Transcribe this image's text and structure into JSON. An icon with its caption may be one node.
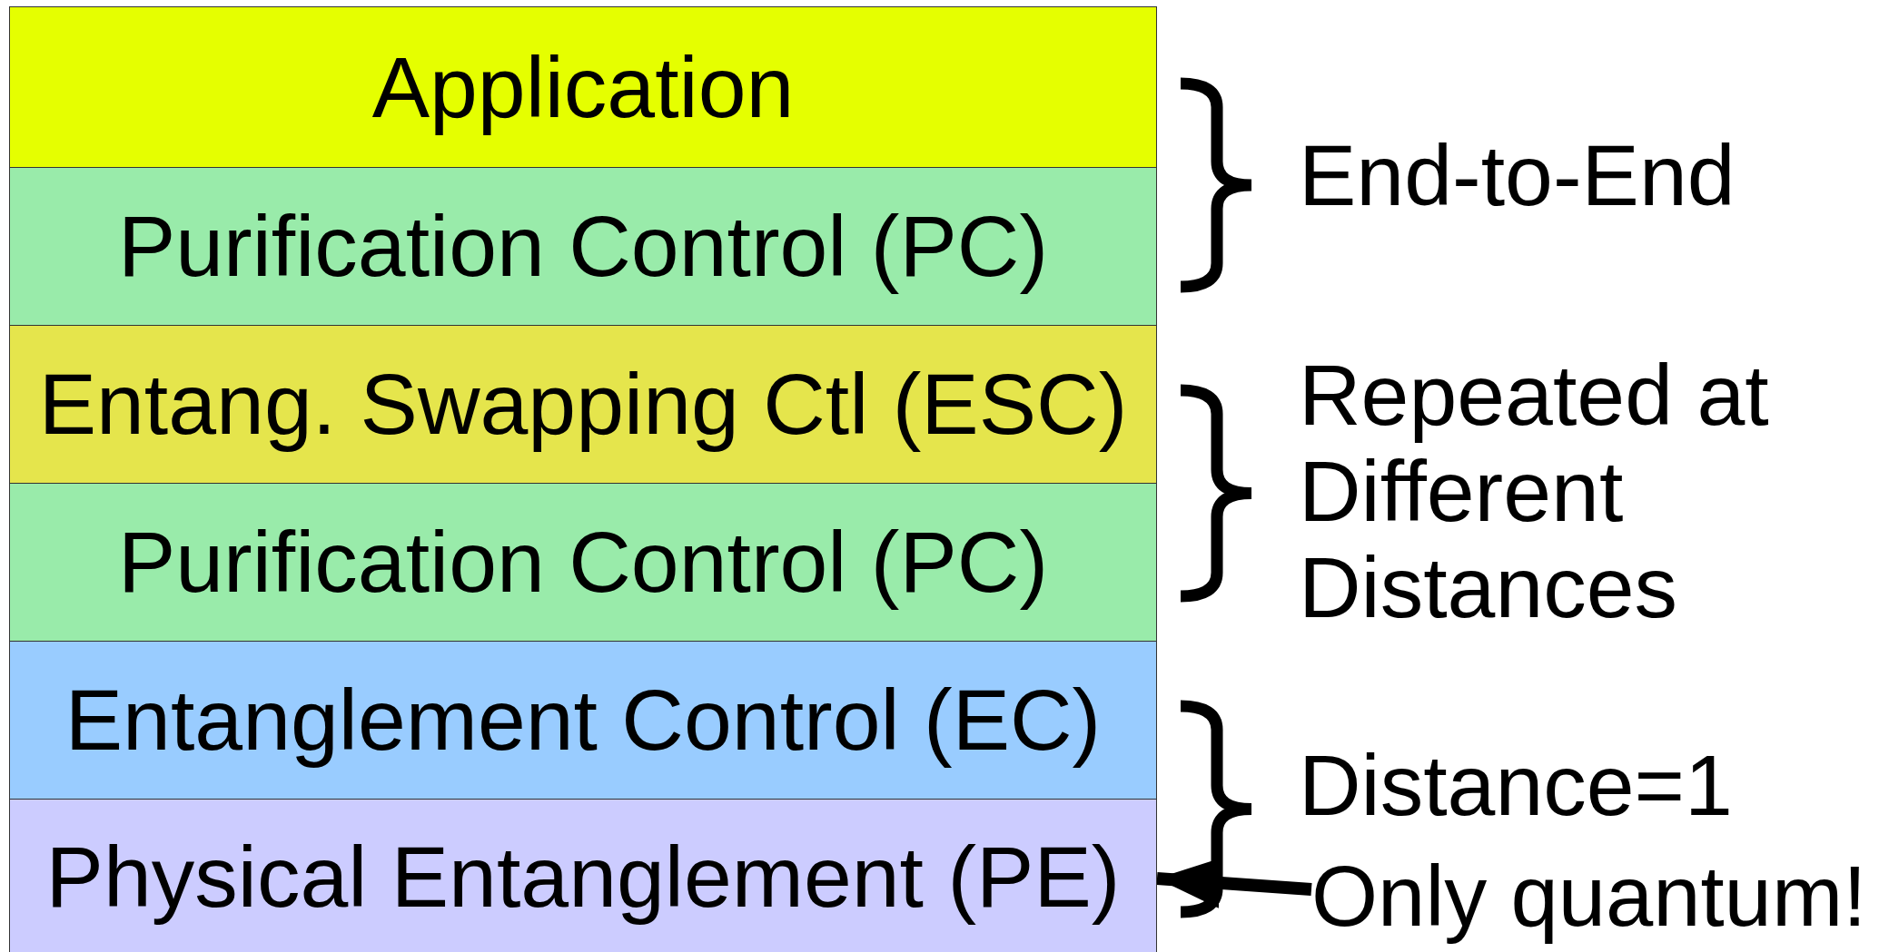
{
  "diagram": {
    "nodes": [
      {
        "text": [
          "Application"
        ]
      },
      {
        "text": [
          "Purification Control (PC)"
        ]
      },
      {
        "text": [
          "Entang. Swapping Ctl (ESC)"
        ]
      },
      {
        "text": [
          "Purification Control (PC)"
        ]
      },
      {
        "text": [
          "Entanglement Control (EC)"
        ]
      },
      {
        "text": [
          "Physical Entanglement (PE)"
        ]
      },
      {
        "text": [
          "Only quantum!"
        ]
      }
    ],
    "edges": [
      {
        "from": 6,
        "to": 5,
        "arrow": "to"
      }
    ],
    "labels": [
      "End-to-End",
      "Repeated at Different Distances",
      "Distance=1"
    ]
  }
}
